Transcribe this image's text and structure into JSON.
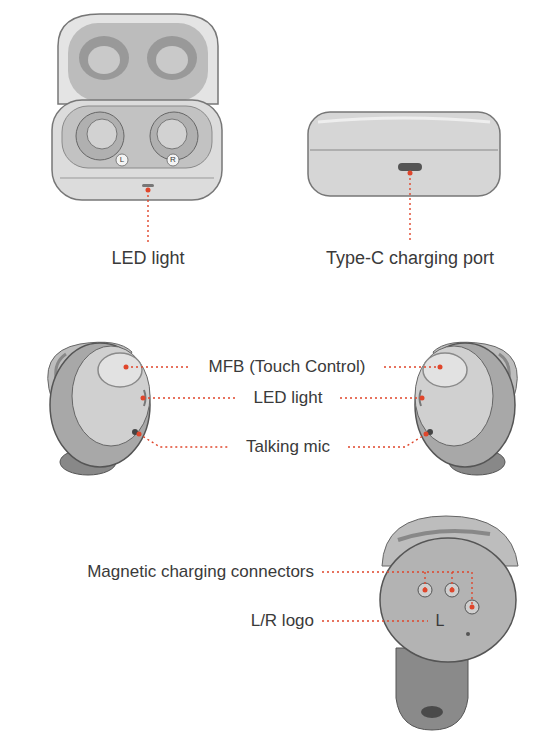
{
  "diagram": {
    "labels": [
      "LED light",
      "Type-C charging port",
      "L",
      "R",
      "MFB (Touch Control)",
      "LED light",
      "Talking mic",
      "Magnetic charging connectors",
      "L/R logo",
      "L"
    ]
  }
}
